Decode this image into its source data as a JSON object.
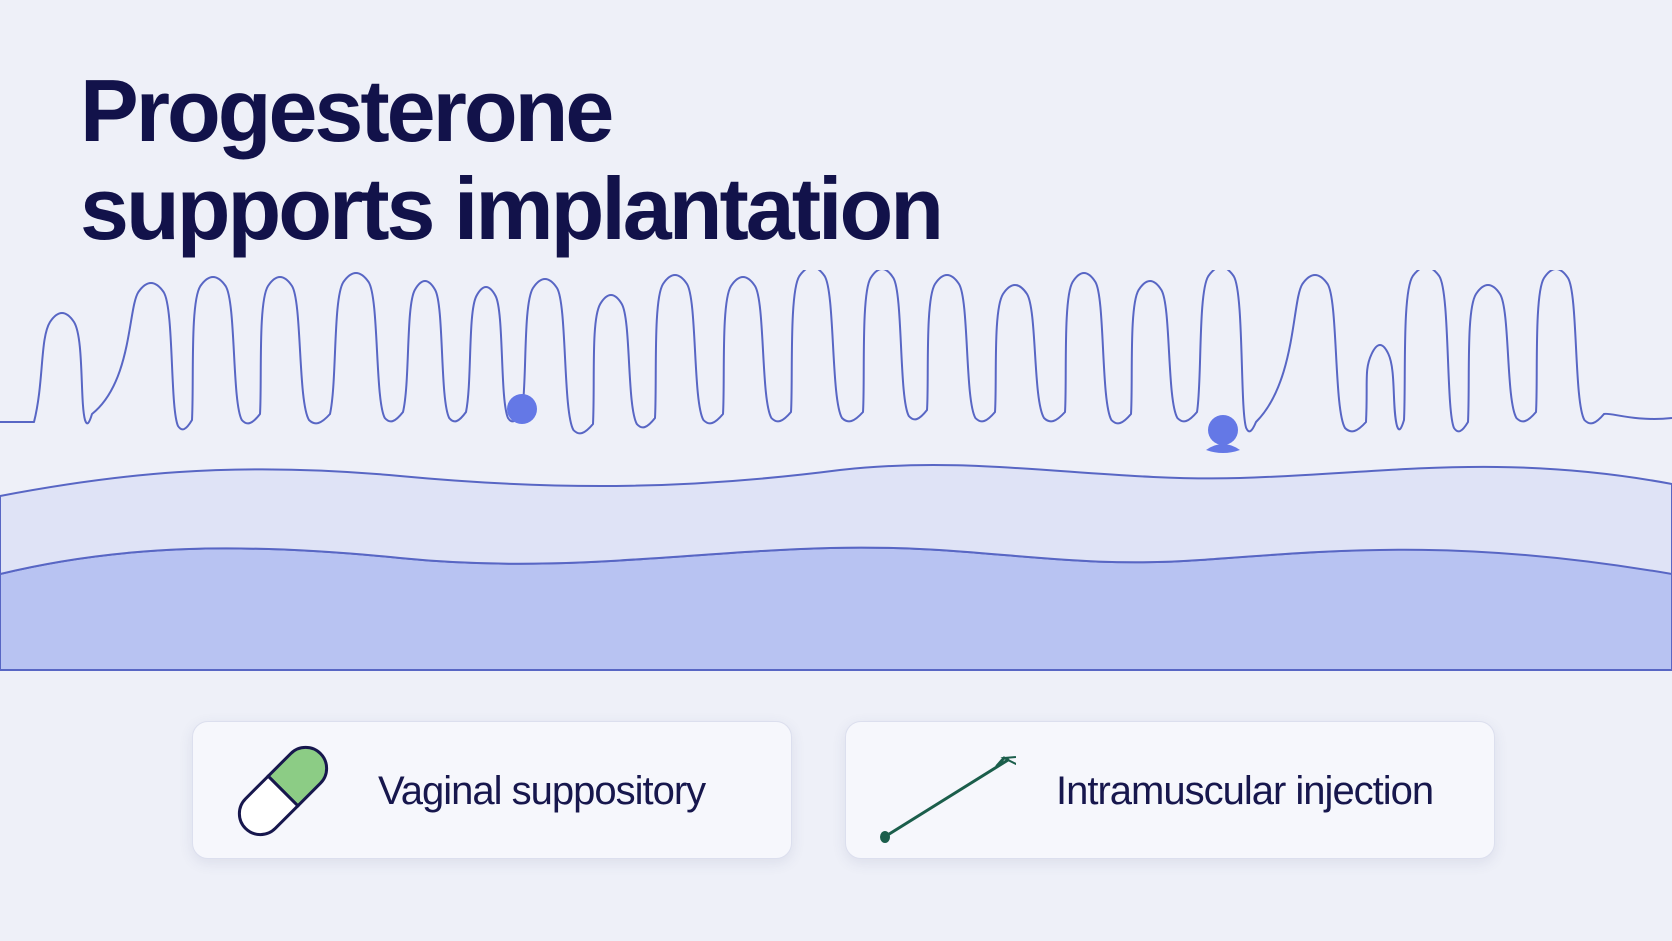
{
  "title": {
    "line1": "Progesterone",
    "line2": "supports implantation"
  },
  "colors": {
    "background": "#eef0f8",
    "title_text": "#12124a",
    "gland_outline": "#5866c4",
    "upper_layer_fill": "#dfe3f6",
    "lower_layer_fill": "#b8c3f2",
    "embryo": "#6478e6",
    "capsule_fill": "#8ccc85",
    "syringe": "#1b5e4b"
  },
  "diagram": {
    "embryo_count": 2
  },
  "cards": [
    {
      "label": "Vaginal suppository",
      "icon": "capsule-icon"
    },
    {
      "label": "Intramuscular injection",
      "icon": "syringe-icon"
    }
  ]
}
